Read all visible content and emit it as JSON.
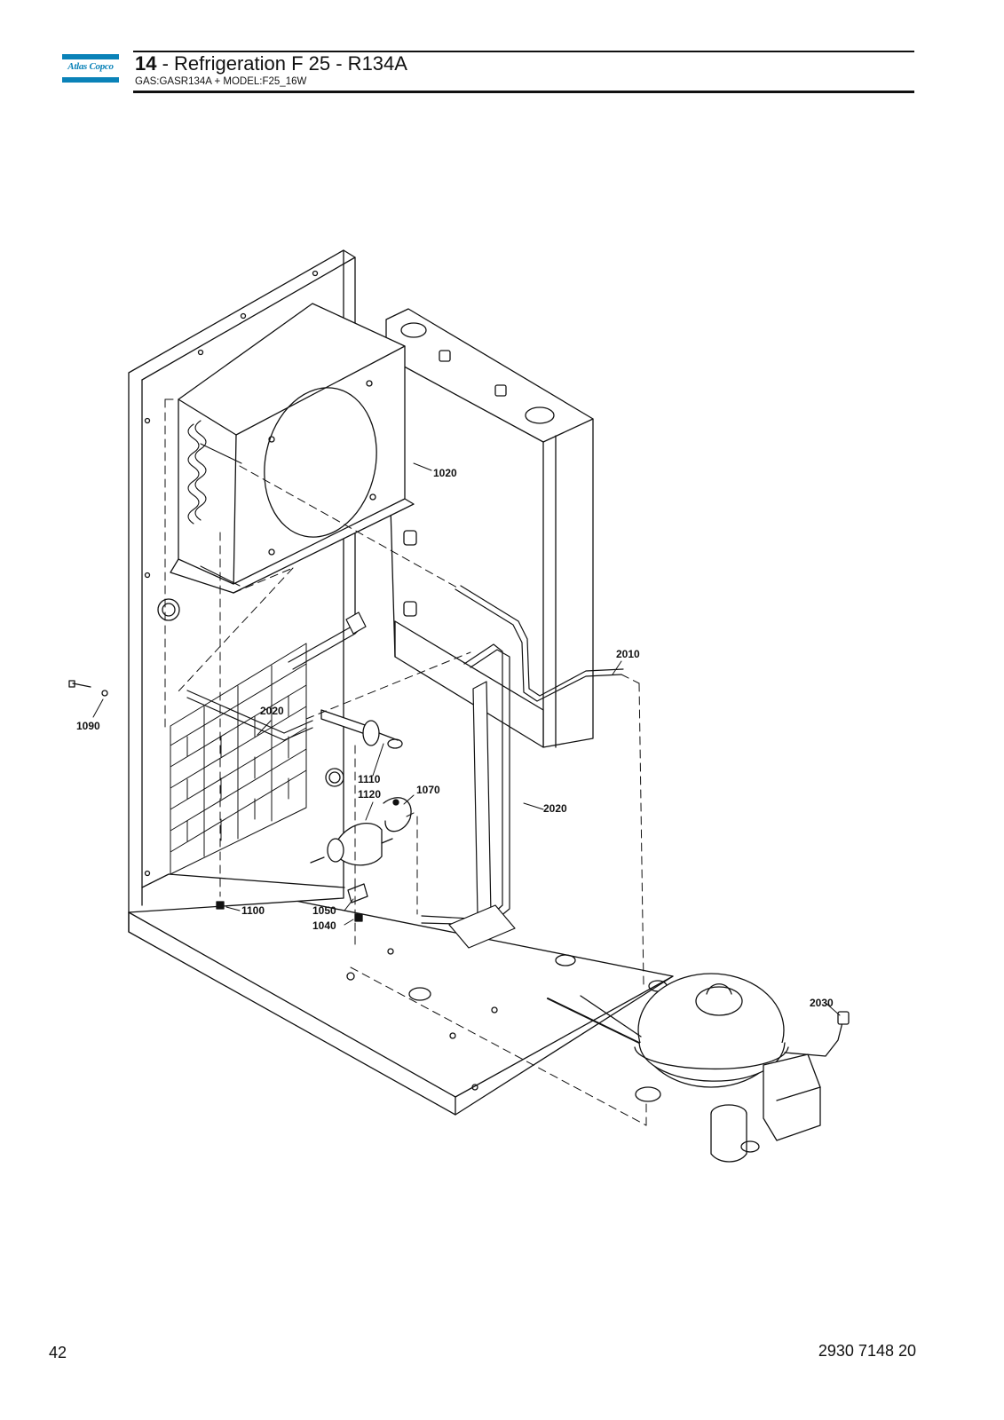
{
  "header": {
    "brand": "Atlas Copco",
    "section_number": "14",
    "title_separator": " - ",
    "title": "Refrigeration F 25 - R134A",
    "subtitle": "GAS:GASR134A + MODEL:F25_16W"
  },
  "callouts": {
    "c1020": "1020",
    "c2010": "2010",
    "c2020a": "2020",
    "c2020b": "2020",
    "c1090": "1090",
    "c1110": "1110",
    "c1120": "1120",
    "c1070": "1070",
    "c1100": "1100",
    "c1050": "1050",
    "c1040": "1040",
    "c2030": "2030"
  },
  "footer": {
    "page_number": "42",
    "document_number": "2930 7148 20"
  },
  "colors": {
    "brand_blue": "#0a82b8",
    "line": "#111111"
  }
}
